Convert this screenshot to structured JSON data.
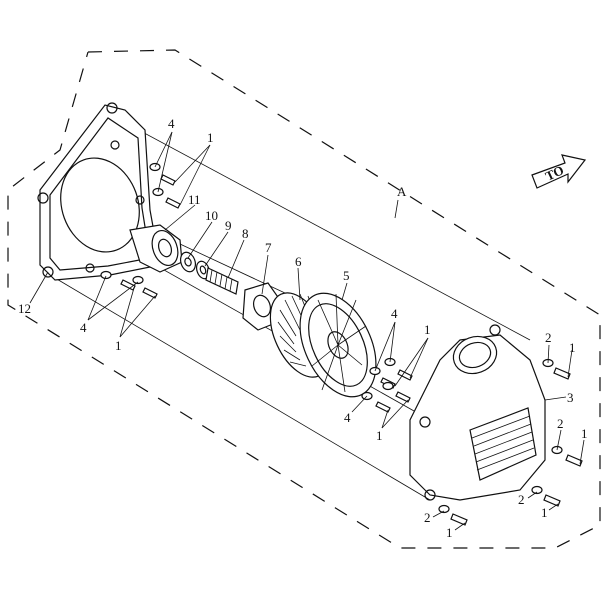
{
  "direction_arrow_text": "TO",
  "section_label": "A",
  "callouts": {
    "c1_top": "1",
    "c4_top": "4",
    "c11": "11",
    "c10": "10",
    "c9": "9",
    "c8": "8",
    "c7": "7",
    "c6": "6",
    "c5": "5",
    "c12": "12",
    "c4_left": "4",
    "c1_left": "1",
    "c4_mid": "4",
    "c1_mid": "1",
    "c4_mid2": "4",
    "c1_mid2": "1",
    "c2_r1": "2",
    "c1_r1": "1",
    "c3": "3",
    "c2_r2": "2",
    "c1_r2": "1",
    "c2_r3": "2",
    "c1_r3": "1",
    "c2_bot": "2",
    "c1_bot": "1"
  }
}
